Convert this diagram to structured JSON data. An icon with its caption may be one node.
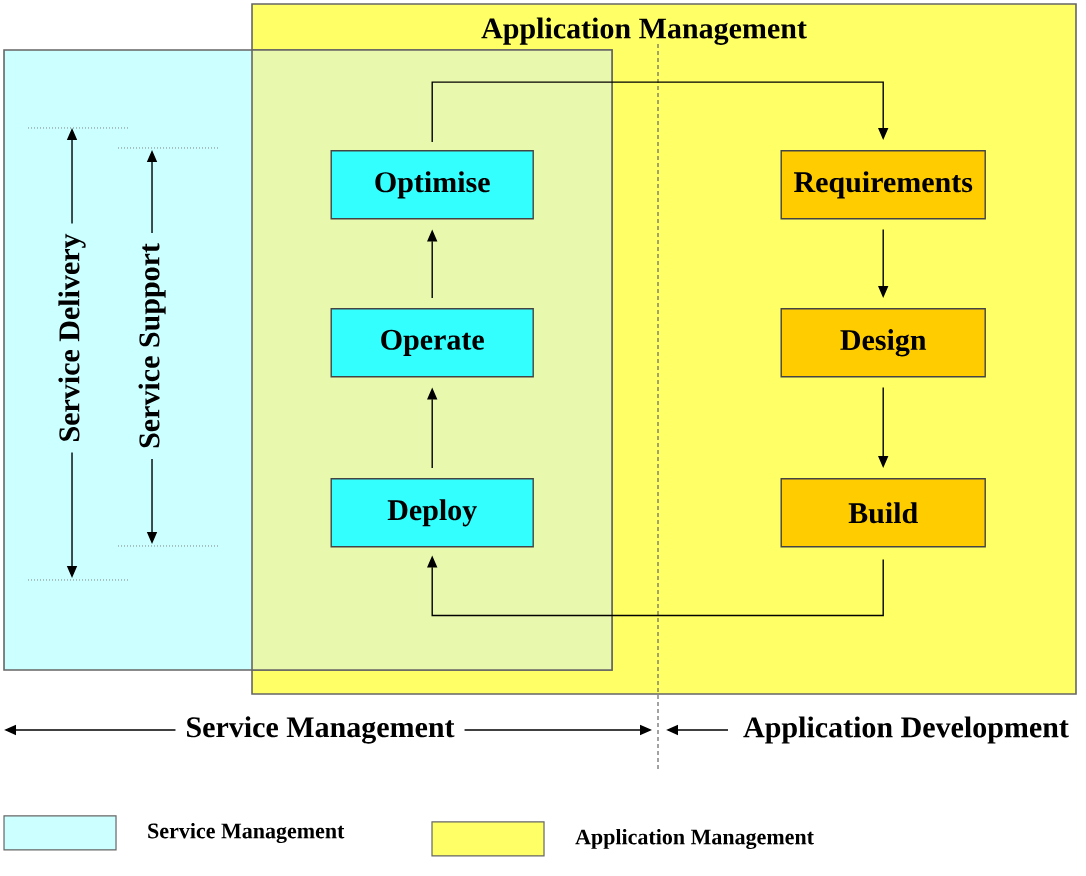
{
  "diagram": {
    "nodes": [
      {
        "text": [
          "Application Management"
        ]
      },
      {
        "text": [
          "Optimise"
        ],
        "in": 0
      },
      {
        "text": [
          "Requirements"
        ],
        "in": 0
      },
      {
        "text": [
          "Operate"
        ],
        "in": 0
      },
      {
        "text": [
          "Design"
        ],
        "in": 0
      },
      {
        "text": [
          "Deploy"
        ],
        "in": 0
      },
      {
        "text": [
          "Build"
        ],
        "in": 0
      }
    ],
    "edges": [
      {
        "from": 5,
        "to": 3,
        "arrow": "to"
      },
      {
        "from": 3,
        "to": 1,
        "arrow": "to"
      },
      {
        "from": 1,
        "to": 2,
        "arrow": "to"
      },
      {
        "from": 2,
        "to": 4,
        "arrow": "to"
      },
      {
        "from": 4,
        "to": 6,
        "arrow": "to"
      },
      {
        "from": 6,
        "to": 5,
        "arrow": "to"
      }
    ],
    "labels": [
      "Service Delivery",
      "Service Support",
      "Service Management",
      "Application Development"
    ],
    "legend": [
      {
        "text": "Service Management",
        "color": "#ccffff"
      },
      {
        "text": "Application Management",
        "color": "#ffff66"
      }
    ]
  }
}
